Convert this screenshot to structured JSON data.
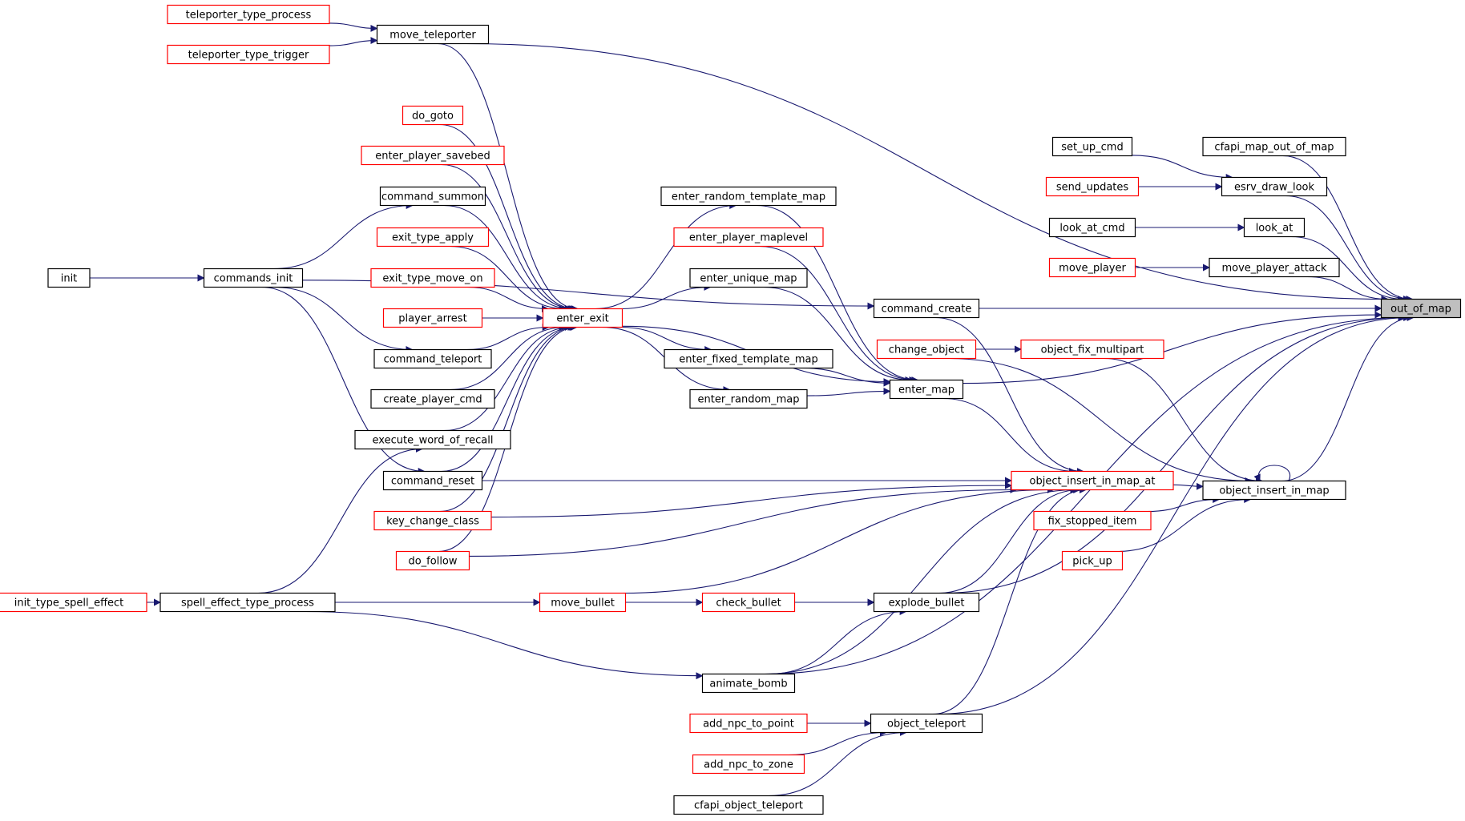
{
  "graph": {
    "title": "",
    "colors": {
      "edge": "#191970",
      "border_black": "#000000",
      "border_red": "#ff0000",
      "root_fill": "#bfbfbf"
    },
    "nodes": [
      {
        "id": "out_of_map",
        "label": "out_of_map",
        "style": "root"
      },
      {
        "id": "teleporter_type_process",
        "label": "teleporter_type_process",
        "style": "red"
      },
      {
        "id": "teleporter_type_trigger",
        "label": "teleporter_type_trigger",
        "style": "red"
      },
      {
        "id": "move_teleporter",
        "label": "move_teleporter",
        "style": "black"
      },
      {
        "id": "do_goto",
        "label": "do_goto",
        "style": "red"
      },
      {
        "id": "enter_player_savebed",
        "label": "enter_player_savebed",
        "style": "red"
      },
      {
        "id": "command_summon",
        "label": "command_summon",
        "style": "black"
      },
      {
        "id": "exit_type_apply",
        "label": "exit_type_apply",
        "style": "red"
      },
      {
        "id": "exit_type_move_on",
        "label": "exit_type_move_on",
        "style": "red"
      },
      {
        "id": "player_arrest",
        "label": "player_arrest",
        "style": "red"
      },
      {
        "id": "command_teleport",
        "label": "command_teleport",
        "style": "black"
      },
      {
        "id": "create_player_cmd",
        "label": "create_player_cmd",
        "style": "black"
      },
      {
        "id": "execute_word_of_recall",
        "label": "execute_word_of_recall",
        "style": "black"
      },
      {
        "id": "command_reset",
        "label": "command_reset",
        "style": "black"
      },
      {
        "id": "key_change_class",
        "label": "key_change_class",
        "style": "red"
      },
      {
        "id": "do_follow",
        "label": "do_follow",
        "style": "red"
      },
      {
        "id": "init",
        "label": "init",
        "style": "black"
      },
      {
        "id": "commands_init",
        "label": "commands_init",
        "style": "black"
      },
      {
        "id": "init_type_spell_effect",
        "label": "init_type_spell_effect",
        "style": "red"
      },
      {
        "id": "spell_effect_type_process",
        "label": "spell_effect_type_process",
        "style": "black"
      },
      {
        "id": "enter_exit",
        "label": "enter_exit",
        "style": "red"
      },
      {
        "id": "enter_random_template_map",
        "label": "enter_random_template_map",
        "style": "black"
      },
      {
        "id": "enter_player_maplevel",
        "label": "enter_player_maplevel",
        "style": "red"
      },
      {
        "id": "enter_unique_map",
        "label": "enter_unique_map",
        "style": "black"
      },
      {
        "id": "enter_fixed_template_map",
        "label": "enter_fixed_template_map",
        "style": "black"
      },
      {
        "id": "enter_random_map",
        "label": "enter_random_map",
        "style": "black"
      },
      {
        "id": "move_bullet",
        "label": "move_bullet",
        "style": "red"
      },
      {
        "id": "check_bullet",
        "label": "check_bullet",
        "style": "red"
      },
      {
        "id": "animate_bomb",
        "label": "animate_bomb",
        "style": "black"
      },
      {
        "id": "add_npc_to_point",
        "label": "add_npc_to_point",
        "style": "red"
      },
      {
        "id": "add_npc_to_zone",
        "label": "add_npc_to_zone",
        "style": "red"
      },
      {
        "id": "cfapi_object_teleport",
        "label": "cfapi_object_teleport",
        "style": "black"
      },
      {
        "id": "command_create",
        "label": "command_create",
        "style": "black"
      },
      {
        "id": "change_object",
        "label": "change_object",
        "style": "red"
      },
      {
        "id": "enter_map",
        "label": "enter_map",
        "style": "black"
      },
      {
        "id": "explode_bullet",
        "label": "explode_bullet",
        "style": "black"
      },
      {
        "id": "object_teleport",
        "label": "object_teleport",
        "style": "black"
      },
      {
        "id": "set_up_cmd",
        "label": "set_up_cmd",
        "style": "black"
      },
      {
        "id": "send_updates",
        "label": "send_updates",
        "style": "red"
      },
      {
        "id": "look_at_cmd",
        "label": "look_at_cmd",
        "style": "black"
      },
      {
        "id": "move_player",
        "label": "move_player",
        "style": "red"
      },
      {
        "id": "object_fix_multipart",
        "label": "object_fix_multipart",
        "style": "red"
      },
      {
        "id": "object_insert_in_map_at",
        "label": "object_insert_in_map_at",
        "style": "red"
      },
      {
        "id": "fix_stopped_item",
        "label": "fix_stopped_item",
        "style": "red"
      },
      {
        "id": "pick_up",
        "label": "pick_up",
        "style": "red"
      },
      {
        "id": "cfapi_map_out_of_map",
        "label": "cfapi_map_out_of_map",
        "style": "black"
      },
      {
        "id": "esrv_draw_look",
        "label": "esrv_draw_look",
        "style": "black"
      },
      {
        "id": "look_at",
        "label": "look_at",
        "style": "black"
      },
      {
        "id": "move_player_attack",
        "label": "move_player_attack",
        "style": "black"
      },
      {
        "id": "object_insert_in_map",
        "label": "object_insert_in_map",
        "style": "black"
      }
    ],
    "edges": [
      [
        "teleporter_type_process",
        "move_teleporter"
      ],
      [
        "teleporter_type_trigger",
        "move_teleporter"
      ],
      [
        "move_teleporter",
        "out_of_map"
      ],
      [
        "move_teleporter",
        "enter_exit"
      ],
      [
        "do_goto",
        "enter_exit"
      ],
      [
        "enter_player_savebed",
        "enter_exit"
      ],
      [
        "command_summon",
        "enter_exit"
      ],
      [
        "exit_type_apply",
        "enter_exit"
      ],
      [
        "exit_type_move_on",
        "enter_exit"
      ],
      [
        "player_arrest",
        "enter_exit"
      ],
      [
        "command_teleport",
        "enter_exit"
      ],
      [
        "create_player_cmd",
        "enter_exit"
      ],
      [
        "execute_word_of_recall",
        "enter_exit"
      ],
      [
        "command_reset",
        "enter_exit"
      ],
      [
        "key_change_class",
        "enter_exit"
      ],
      [
        "do_follow",
        "enter_exit"
      ],
      [
        "init",
        "commands_init"
      ],
      [
        "commands_init",
        "command_summon"
      ],
      [
        "commands_init",
        "command_teleport"
      ],
      [
        "commands_init",
        "command_reset"
      ],
      [
        "commands_init",
        "command_create"
      ],
      [
        "init_type_spell_effect",
        "spell_effect_type_process"
      ],
      [
        "spell_effect_type_process",
        "execute_word_of_recall"
      ],
      [
        "spell_effect_type_process",
        "move_bullet"
      ],
      [
        "spell_effect_type_process",
        "animate_bomb"
      ],
      [
        "enter_exit",
        "enter_random_template_map"
      ],
      [
        "enter_exit",
        "enter_unique_map"
      ],
      [
        "enter_exit",
        "enter_fixed_template_map"
      ],
      [
        "enter_exit",
        "enter_random_map"
      ],
      [
        "enter_exit",
        "enter_map"
      ],
      [
        "enter_random_template_map",
        "enter_map"
      ],
      [
        "enter_player_maplevel",
        "enter_map"
      ],
      [
        "enter_unique_map",
        "enter_map"
      ],
      [
        "enter_fixed_template_map",
        "enter_map"
      ],
      [
        "enter_random_map",
        "enter_map"
      ],
      [
        "enter_map",
        "out_of_map"
      ],
      [
        "enter_map",
        "object_insert_in_map_at"
      ],
      [
        "command_create",
        "out_of_map"
      ],
      [
        "command_create",
        "object_insert_in_map_at"
      ],
      [
        "change_object",
        "object_fix_multipart"
      ],
      [
        "change_object",
        "object_insert_in_map"
      ],
      [
        "object_fix_multipart",
        "object_insert_in_map"
      ],
      [
        "command_reset",
        "object_insert_in_map_at"
      ],
      [
        "key_change_class",
        "object_insert_in_map_at"
      ],
      [
        "do_follow",
        "object_insert_in_map_at"
      ],
      [
        "move_bullet",
        "object_insert_in_map_at"
      ],
      [
        "move_bullet",
        "check_bullet"
      ],
      [
        "move_bullet",
        "explode_bullet"
      ],
      [
        "check_bullet",
        "explode_bullet"
      ],
      [
        "animate_bomb",
        "explode_bullet"
      ],
      [
        "animate_bomb",
        "object_insert_in_map_at"
      ],
      [
        "animate_bomb",
        "out_of_map"
      ],
      [
        "explode_bullet",
        "object_insert_in_map_at"
      ],
      [
        "explode_bullet",
        "out_of_map"
      ],
      [
        "add_npc_to_point",
        "object_teleport"
      ],
      [
        "add_npc_to_zone",
        "object_teleport"
      ],
      [
        "cfapi_object_teleport",
        "object_teleport"
      ],
      [
        "object_teleport",
        "object_insert_in_map_at"
      ],
      [
        "object_teleport",
        "out_of_map"
      ],
      [
        "object_insert_in_map_at",
        "object_insert_in_map"
      ],
      [
        "fix_stopped_item",
        "object_insert_in_map"
      ],
      [
        "pick_up",
        "object_insert_in_map"
      ],
      [
        "object_insert_in_map",
        "object_insert_in_map"
      ],
      [
        "object_insert_in_map",
        "out_of_map"
      ],
      [
        "set_up_cmd",
        "esrv_draw_look"
      ],
      [
        "send_updates",
        "esrv_draw_look"
      ],
      [
        "look_at_cmd",
        "look_at"
      ],
      [
        "move_player",
        "move_player_attack"
      ],
      [
        "cfapi_map_out_of_map",
        "out_of_map"
      ],
      [
        "esrv_draw_look",
        "out_of_map"
      ],
      [
        "look_at",
        "out_of_map"
      ],
      [
        "move_player_attack",
        "out_of_map"
      ]
    ]
  }
}
